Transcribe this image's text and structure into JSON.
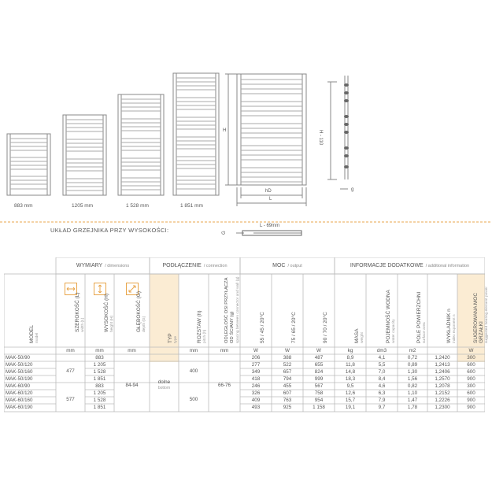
{
  "sizes": [
    "883 mm",
    "1205 mm",
    "1 528 mm",
    "1 851 mm"
  ],
  "dims": {
    "H": "H",
    "hD": "hD",
    "L": "L",
    "H110": "H - 110",
    "g": "g",
    "L69": "L - 69mm",
    "G": "G"
  },
  "section_title": "UKŁAD GRZEJNIKA PRZY WYSOKOŚCI:",
  "groups": {
    "wymiary": {
      "pl": "WYMIARY",
      "en": "/ dimensions"
    },
    "podlaczenie": {
      "pl": "PODŁĄCZENIE",
      "en": "/ connection"
    },
    "moc": {
      "pl": "MOC",
      "en": "/ output"
    },
    "info": {
      "pl": "INFORMACJE DODATKOWE",
      "en": "/ additional information"
    }
  },
  "columns": [
    {
      "pl": "MODEL",
      "en": "model"
    },
    {
      "pl": "SZEROKOŚĆ (L)",
      "en": "width (L)"
    },
    {
      "pl": "WYSOKOŚĆ (H)",
      "en": "height (H)"
    },
    {
      "pl": "GŁĘBOKOŚĆ (G)",
      "en": "depth (G)"
    },
    {
      "pl": "TYP",
      "en": "type"
    },
    {
      "pl": "ROZSTAW (h)",
      "en": "pitch (h)"
    },
    {
      "pl": "ODLEGŁOŚĆ OSI PRZYŁĄCZA OD ŚCIANY (g)",
      "en": "spacing between connector and wall (g)"
    },
    {
      "pl": "55 / 45 / 20°C",
      "en": ""
    },
    {
      "pl": "75 / 65 / 20°C",
      "en": ""
    },
    {
      "pl": "90 / 70 / 20°C",
      "en": ""
    },
    {
      "pl": "MASA",
      "en": "weight"
    },
    {
      "pl": "POJEMNOŚĆ WODNA",
      "en": "water capacity"
    },
    {
      "pl": "POLE POWIERZCHNI",
      "en": "surface area"
    },
    {
      "pl": "WYKŁADNIK n",
      "en": "index exponent n"
    },
    {
      "pl": "SUGEROWANA MOC GRZAŁKI",
      "en": "suggested heating element power"
    }
  ],
  "units": [
    "mm",
    "mm",
    "mm",
    "mm",
    "mm",
    "W",
    "W",
    "W",
    "kg",
    "dm3",
    "m2",
    "",
    "W"
  ],
  "models": [
    "MAK-50/90",
    "MAK-50/120",
    "MAK-50/160",
    "MAK-50/190",
    "MAK-60/90",
    "MAK-60/120",
    "MAK-60/160",
    "MAK-60/190"
  ],
  "widths": [
    "477",
    "577"
  ],
  "heights": [
    "883",
    "1 205",
    "1 528",
    "1 851",
    "883",
    "1 205",
    "1 528",
    "1 851"
  ],
  "depth": "84-94",
  "type": {
    "pl": "dolne",
    "en": "bottom"
  },
  "pitch": [
    "400",
    "500"
  ],
  "spacing": "66-76",
  "rows": [
    [
      "206",
      "388",
      "487",
      "8,9",
      "4,1",
      "0,72",
      "1,2420",
      "300"
    ],
    [
      "277",
      "522",
      "655",
      "11,8",
      "5,5",
      "0,89",
      "1,2413",
      "600"
    ],
    [
      "349",
      "657",
      "824",
      "14,8",
      "7,0",
      "1,30",
      "1,2406",
      "600"
    ],
    [
      "418",
      "794",
      "999",
      "18,3",
      "8,4",
      "1,56",
      "1,2570",
      "900"
    ],
    [
      "246",
      "455",
      "567",
      "9,5",
      "4,6",
      "0,82",
      "1,2078",
      "300"
    ],
    [
      "326",
      "607",
      "758",
      "12,6",
      "6,3",
      "1,10",
      "1,2152",
      "600"
    ],
    [
      "409",
      "763",
      "954",
      "15,7",
      "7,9",
      "1,47",
      "1,2226",
      "900"
    ],
    [
      "493",
      "925",
      "1 158",
      "19,1",
      "9,7",
      "1,78",
      "1,2300",
      "900"
    ]
  ],
  "colors": {
    "accent": "#e8a64c",
    "grid": "#bbbbbb",
    "highlight": "#fbecd3",
    "line": "#888888"
  }
}
